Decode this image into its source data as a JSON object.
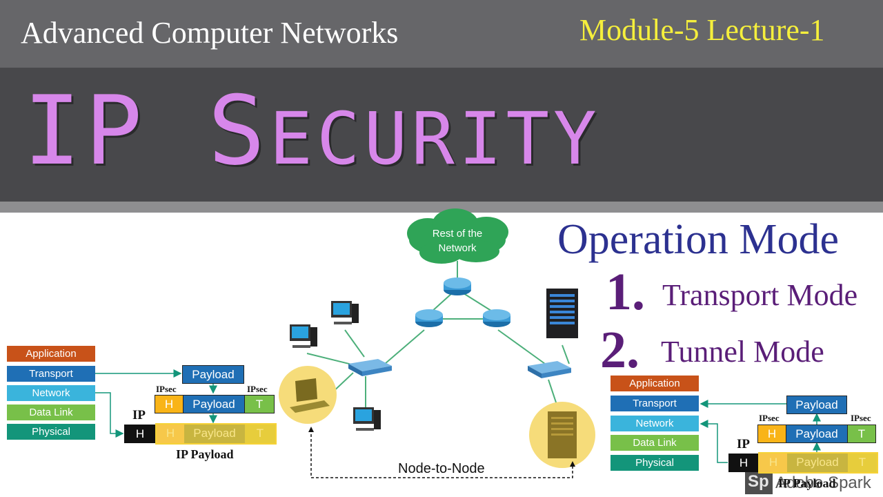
{
  "header": {
    "course": "Advanced Computer Networks",
    "module": "Module-5 Lecture-1"
  },
  "title": {
    "word1_first": "I",
    "word1_rest": "P",
    "word2_first": "S",
    "word2_rest": "ECURITY"
  },
  "operation": {
    "heading": "Operation Mode",
    "items": [
      {
        "num": "1.",
        "label": "Transport Mode"
      },
      {
        "num": "2.",
        "label": "Tunnel Mode"
      }
    ]
  },
  "left_stack": {
    "layers": [
      "Application",
      "Transport",
      "Network",
      "Data Link",
      "Physical"
    ],
    "payload": "Payload",
    "ipsec_h_label": "IPsec",
    "ipsec_t_label": "IPsec",
    "h": "H",
    "t": "T",
    "ip_label": "IP",
    "ip_payload_label": "IP Payload"
  },
  "right_stack": {
    "layers": [
      "Application",
      "Transport",
      "Network",
      "Data Link",
      "Physical"
    ],
    "payload": "Payload",
    "ipsec_h_label": "IPsec",
    "ipsec_t_label": "IPsec",
    "h": "H",
    "t": "T",
    "ip_label": "IP",
    "ip_payload_label": "IP Payload"
  },
  "network": {
    "cloud_label_line1": "Rest of the",
    "cloud_label_line2": "Network",
    "link_label": "Node-to-Node"
  },
  "watermark": {
    "badge": "Sp",
    "text": "Adobe Spark"
  },
  "colors": {
    "application": "#c85219",
    "transport": "#1f6fb5",
    "network": "#3ab4dc",
    "datalink": "#78c049",
    "physical": "#13957a",
    "payload_blue": "#1f6fb5",
    "ipsec_yellow": "#f9b418",
    "trailer_green": "#78c049",
    "title_purple": "#d787ea"
  }
}
